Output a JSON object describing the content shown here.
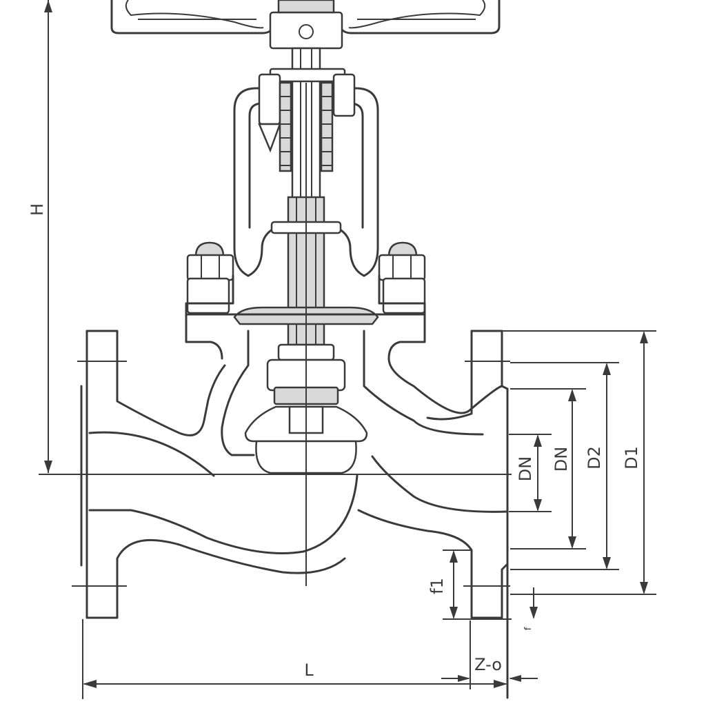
{
  "labels": {
    "height": "H",
    "bore_inner": "DN",
    "bore_outer": "DN",
    "bolt_circle": "D2",
    "flange_diameter": "D1",
    "flange_thickness": "f1",
    "bolt_holes": "Z-o",
    "length": "L",
    "raised_face": "f"
  },
  "colors": {
    "line": "#3a3a3a",
    "shade": "#d9d9d9",
    "background": "#ffffff"
  }
}
